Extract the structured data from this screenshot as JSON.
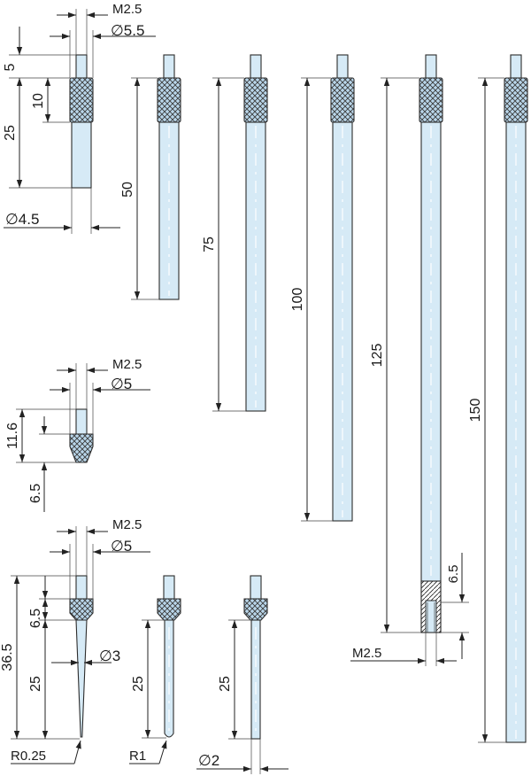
{
  "colors": {
    "rod_fill": "#d6eaf6",
    "knurl_fill": "#b9d6ea",
    "outline": "#2c2c2c"
  },
  "extension_a": {
    "thread": "M2.5",
    "knurl_diameter": "∅5.5",
    "shank_diameter": "∅4.5",
    "dim_thread_len": "5",
    "dim_knurl_len": "10",
    "dim_total": "25"
  },
  "extensions": [
    {
      "length": "50"
    },
    {
      "length": "75"
    },
    {
      "length": "100"
    },
    {
      "length": "125"
    },
    {
      "length": "150"
    }
  ],
  "extension_125_detail": {
    "bore_depth": "6.5",
    "thread": "M2.5"
  },
  "adapter": {
    "thread": "M2.5",
    "diameter": "∅5",
    "height": "11.6",
    "cone": "6.5"
  },
  "tip_a": {
    "thread": "M2.5",
    "diameter": "∅5",
    "length_total": "36.5",
    "length_head": "6.5",
    "length_taper": "25",
    "taper_diameter": "∅3",
    "radius": "R0.25"
  },
  "tip_b": {
    "length": "25",
    "radius": "R1"
  },
  "tip_c": {
    "length": "25",
    "diameter": "∅2"
  }
}
